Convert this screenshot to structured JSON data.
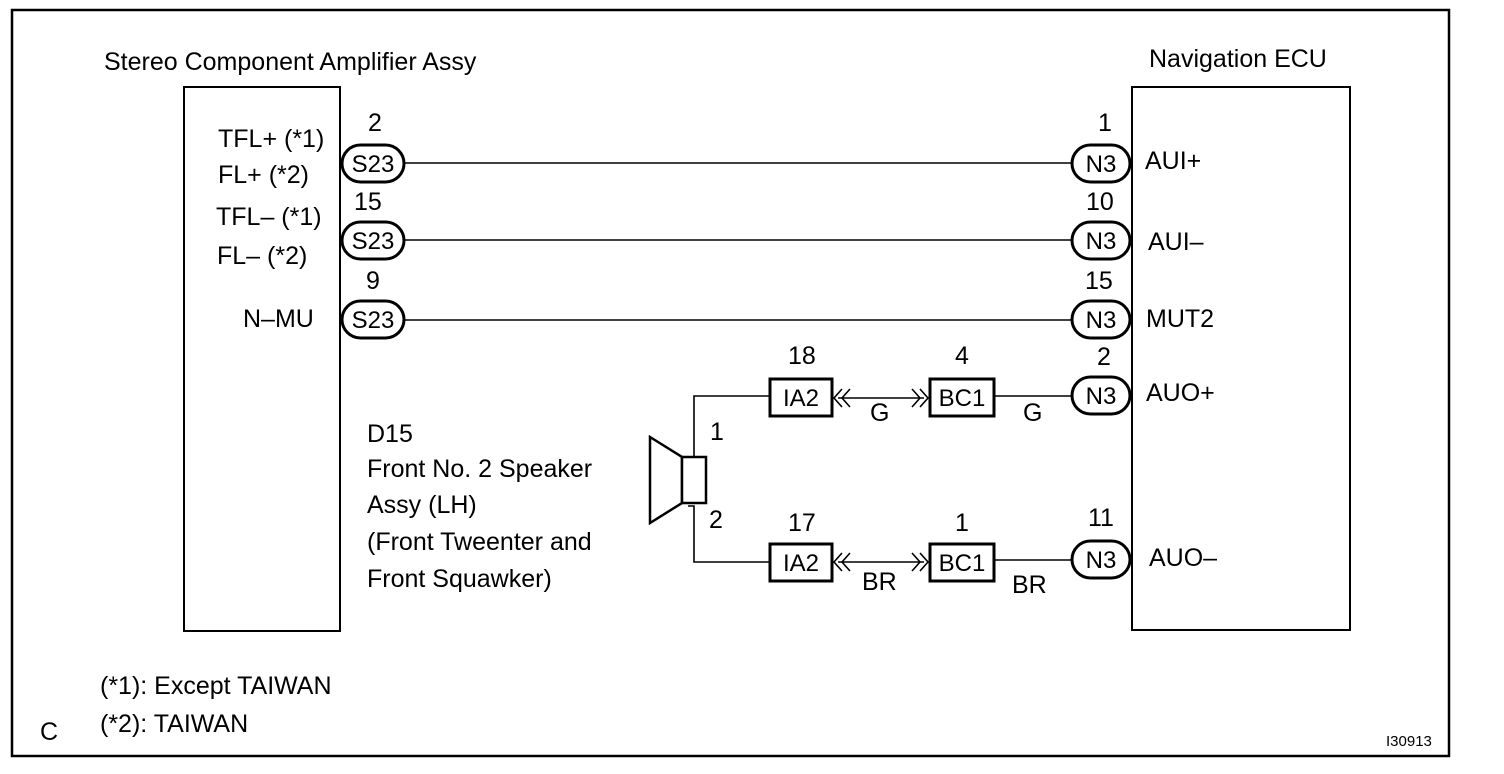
{
  "amplifier": {
    "title": "Stereo Component Amplifier Assy",
    "pins": {
      "tfl_plus": "TFL+ (*1)",
      "fl_plus": "FL+ (*2)",
      "tfl_minus": "TFL– (*1)",
      "fl_minus": "FL– (*2)",
      "n_mu": "N–MU"
    }
  },
  "ecu": {
    "title": "Navigation ECU",
    "pins": {
      "aui_plus": "AUI+",
      "aui_minus": "AUI–",
      "mut2": "MUT2",
      "auo_plus": "AUO+",
      "auo_minus": "AUO–"
    }
  },
  "connectors": {
    "s23": "S23",
    "n3": "N3",
    "ia2": "IA2",
    "bc1": "BC1"
  },
  "pin_numbers": {
    "s23_tfl": "2",
    "s23_tflm": "15",
    "s23_nmu": "9",
    "n3_aui_plus": "1",
    "n3_aui_minus": "10",
    "n3_mut2": "15",
    "n3_auo_plus": "2",
    "n3_auo_minus": "11",
    "ia2_top": "18",
    "ia2_bottom": "17",
    "bc1_top": "4",
    "bc1_bottom": "1",
    "speaker_pin_1": "1",
    "speaker_pin_2": "2"
  },
  "wire_colors": {
    "g_1": "G",
    "g_2": "G",
    "br_1": "BR",
    "br_2": "BR"
  },
  "speaker": {
    "code": "D15",
    "line1": "Front No. 2 Speaker",
    "line2": "Assy (LH)",
    "line3": "(Front Tweenter and",
    "line4": "Front Squawker)"
  },
  "notes": {
    "note1": "(*1): Except TAIWAN",
    "note2": "(*2): TAIWAN"
  },
  "corner_letter": "C",
  "figure_id": "I30913"
}
